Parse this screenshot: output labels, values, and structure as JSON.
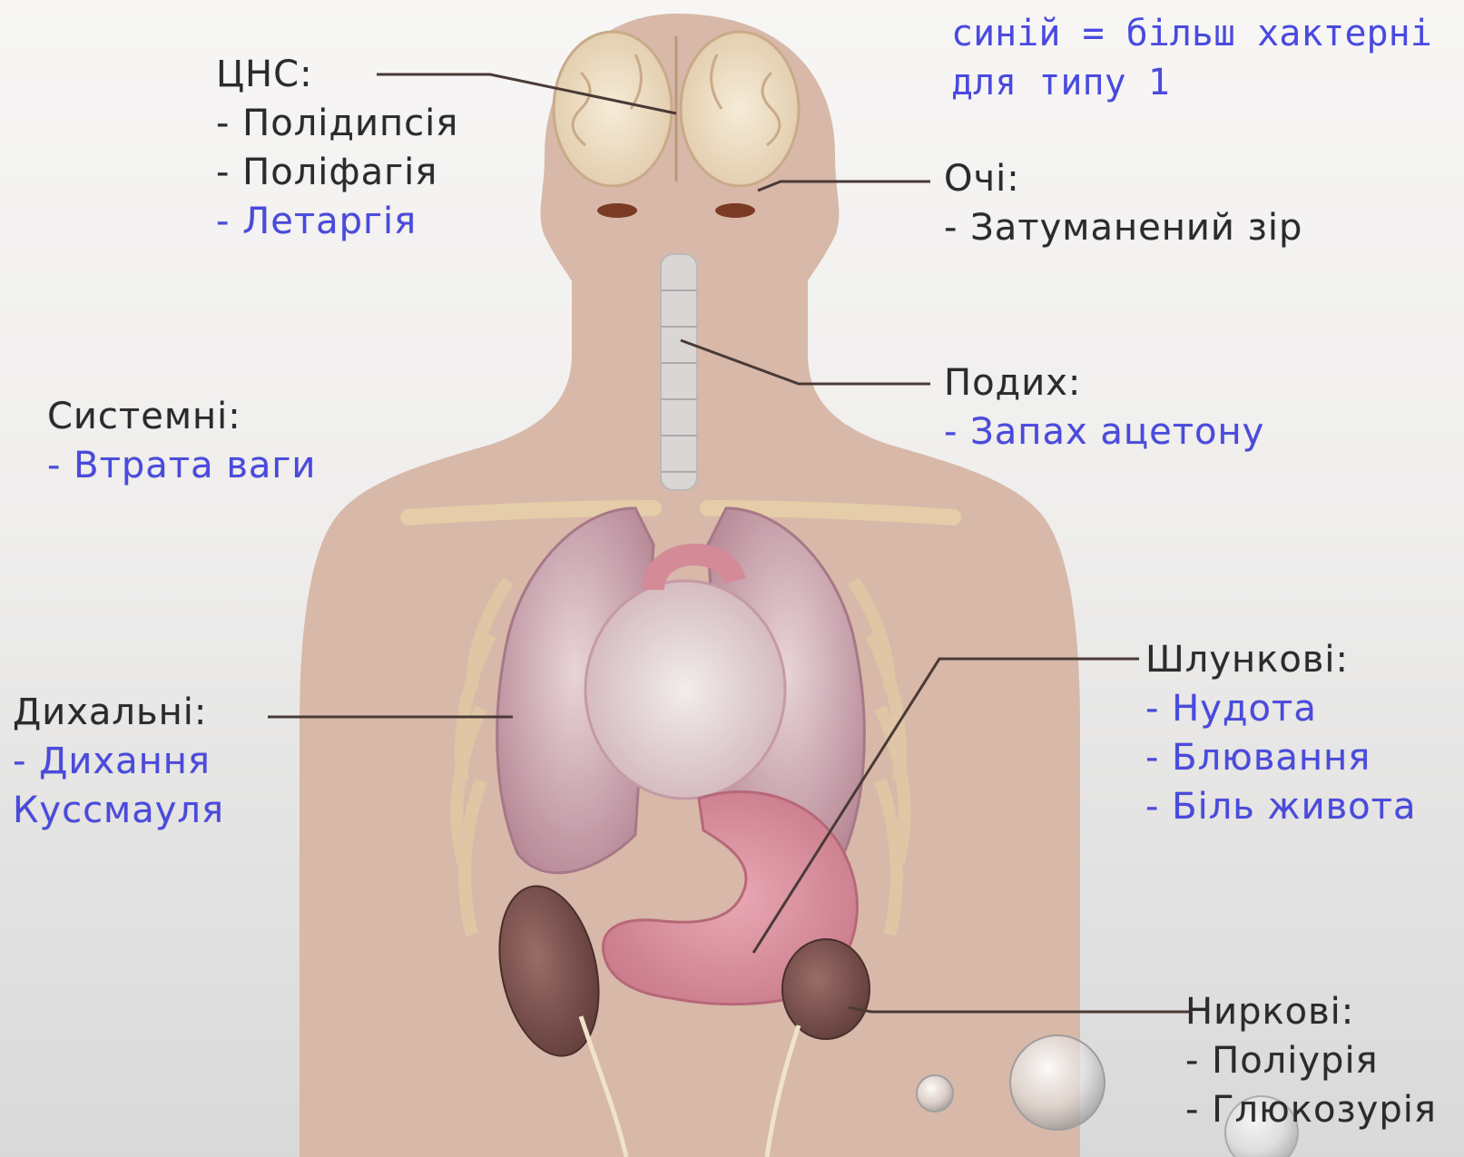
{
  "legend": {
    "line1": "синій = більш хактерні",
    "line2": "для типу 1"
  },
  "colors": {
    "type1_highlight": "#4a4adf",
    "default_text": "#2b2b2b",
    "body_skin": "#d8b8a8"
  },
  "groups": [
    {
      "id": "cns",
      "title": "ЦНС:",
      "items": [
        {
          "text": "- Полідипсія",
          "type1": false
        },
        {
          "text": "- Поліфагія",
          "type1": false
        },
        {
          "text": "- Летаргія",
          "type1": true
        }
      ]
    },
    {
      "id": "eyes",
      "title": "Очі:",
      "items": [
        {
          "text": "- Затуманений зір",
          "type1": false
        }
      ]
    },
    {
      "id": "breath",
      "title": "Подих:",
      "items": [
        {
          "text": "- Запах ацетону",
          "type1": true
        }
      ]
    },
    {
      "id": "systemic",
      "title": "Системні:",
      "items": [
        {
          "text": "- Втрата ваги",
          "type1": true
        }
      ]
    },
    {
      "id": "respiratory",
      "title": "Дихальні:",
      "items": [
        {
          "text": "- Дихання",
          "type1": true
        },
        {
          "text": "Куссмауля",
          "type1": true
        }
      ]
    },
    {
      "id": "gastric",
      "title": "Шлункові:",
      "items": [
        {
          "text": "- Нудота",
          "type1": true
        },
        {
          "text": "- Блювання",
          "type1": true
        },
        {
          "text": "- Біль живота",
          "type1": true
        }
      ]
    },
    {
      "id": "renal",
      "title": "Ниркові:",
      "items": [
        {
          "text": "- Поліурія",
          "type1": false
        },
        {
          "text": "- Глюкозурія",
          "type1": false
        }
      ]
    }
  ]
}
